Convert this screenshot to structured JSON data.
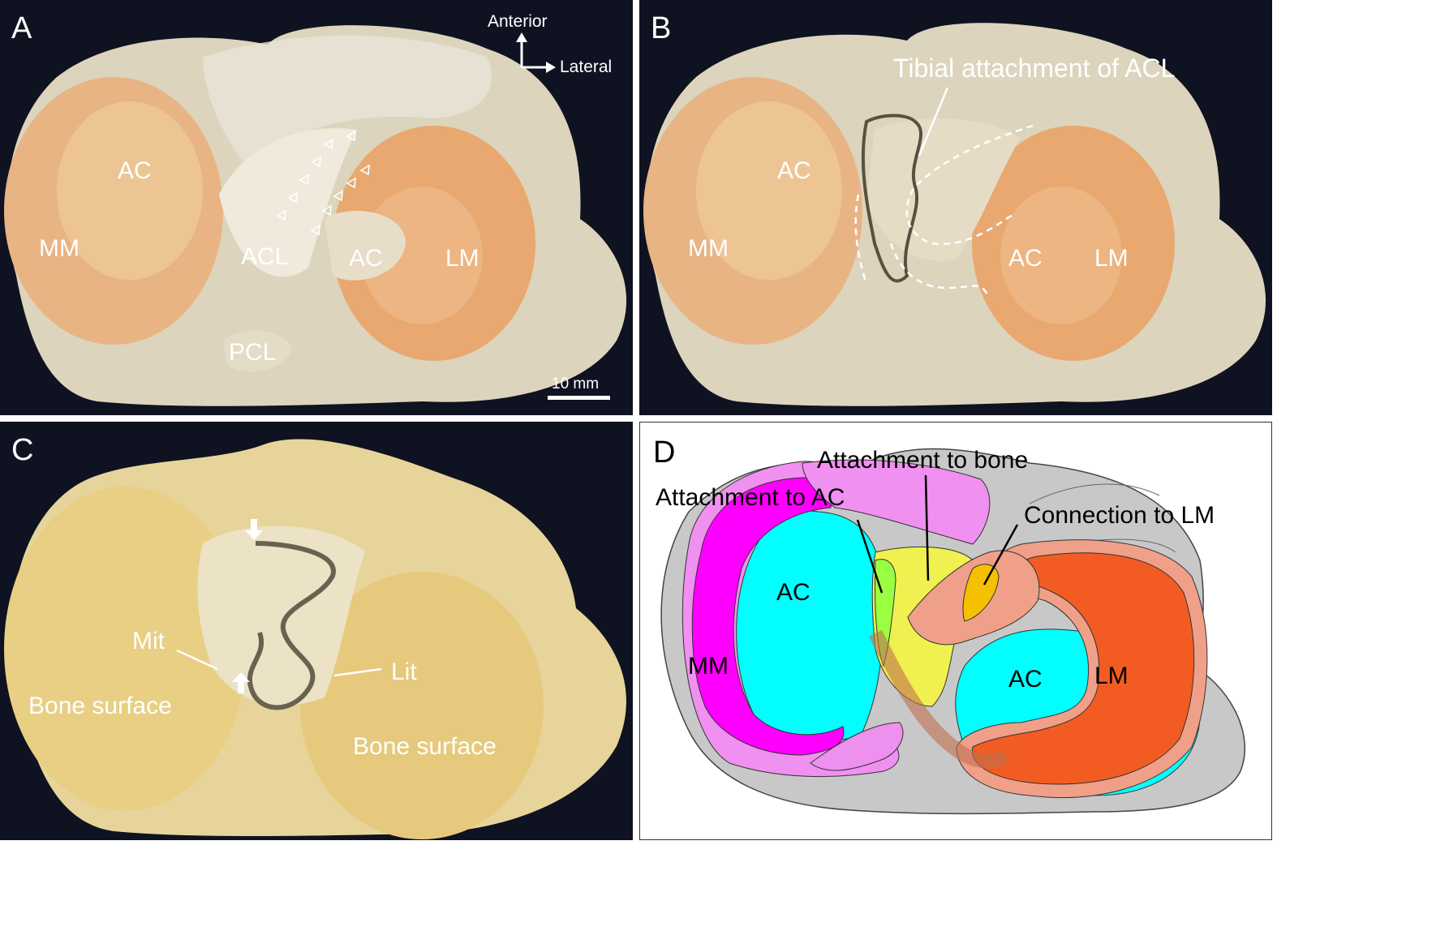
{
  "panels": {
    "a": {
      "letter": "A",
      "orientation": {
        "anterior": "Anterior",
        "lateral": "Lateral"
      },
      "labels": {
        "ac_medial": "AC",
        "mm": "MM",
        "acl": "ACL",
        "ac_lateral": "AC",
        "lm": "LM",
        "pcl": "PCL"
      },
      "scale_bar": "10 mm"
    },
    "b": {
      "letter": "B",
      "labels": {
        "tibial_attachment": "Tibial attachment of ACL",
        "ac_medial": "AC",
        "mm": "MM",
        "ac_lateral": "AC",
        "lm": "LM"
      }
    },
    "c": {
      "letter": "C",
      "labels": {
        "mit": "Mit",
        "lit": "Lit",
        "bone_surface_medial": "Bone surface",
        "bone_surface_lateral": "Bone surface"
      }
    },
    "d": {
      "letter": "D",
      "labels": {
        "attachment_bone": "Attachment to bone",
        "attachment_ac": "Attachment to AC",
        "connection_lm": "Connection to LM",
        "ac_medial": "AC",
        "mm": "MM",
        "ac_lateral": "AC",
        "lm": "LM"
      },
      "colors": {
        "articular_cartilage": "#00ffff",
        "medial_meniscus": "#ff00ff",
        "medial_meniscus_light": "#f090f0",
        "lateral_meniscus": "#f25c22",
        "lateral_meniscus_light": "#f0a088",
        "attachment_bone": "#f0f050",
        "attachment_ac": "#9aff40",
        "connection_lm": "#f5c000",
        "tibia": "#c8c8c8"
      }
    }
  }
}
